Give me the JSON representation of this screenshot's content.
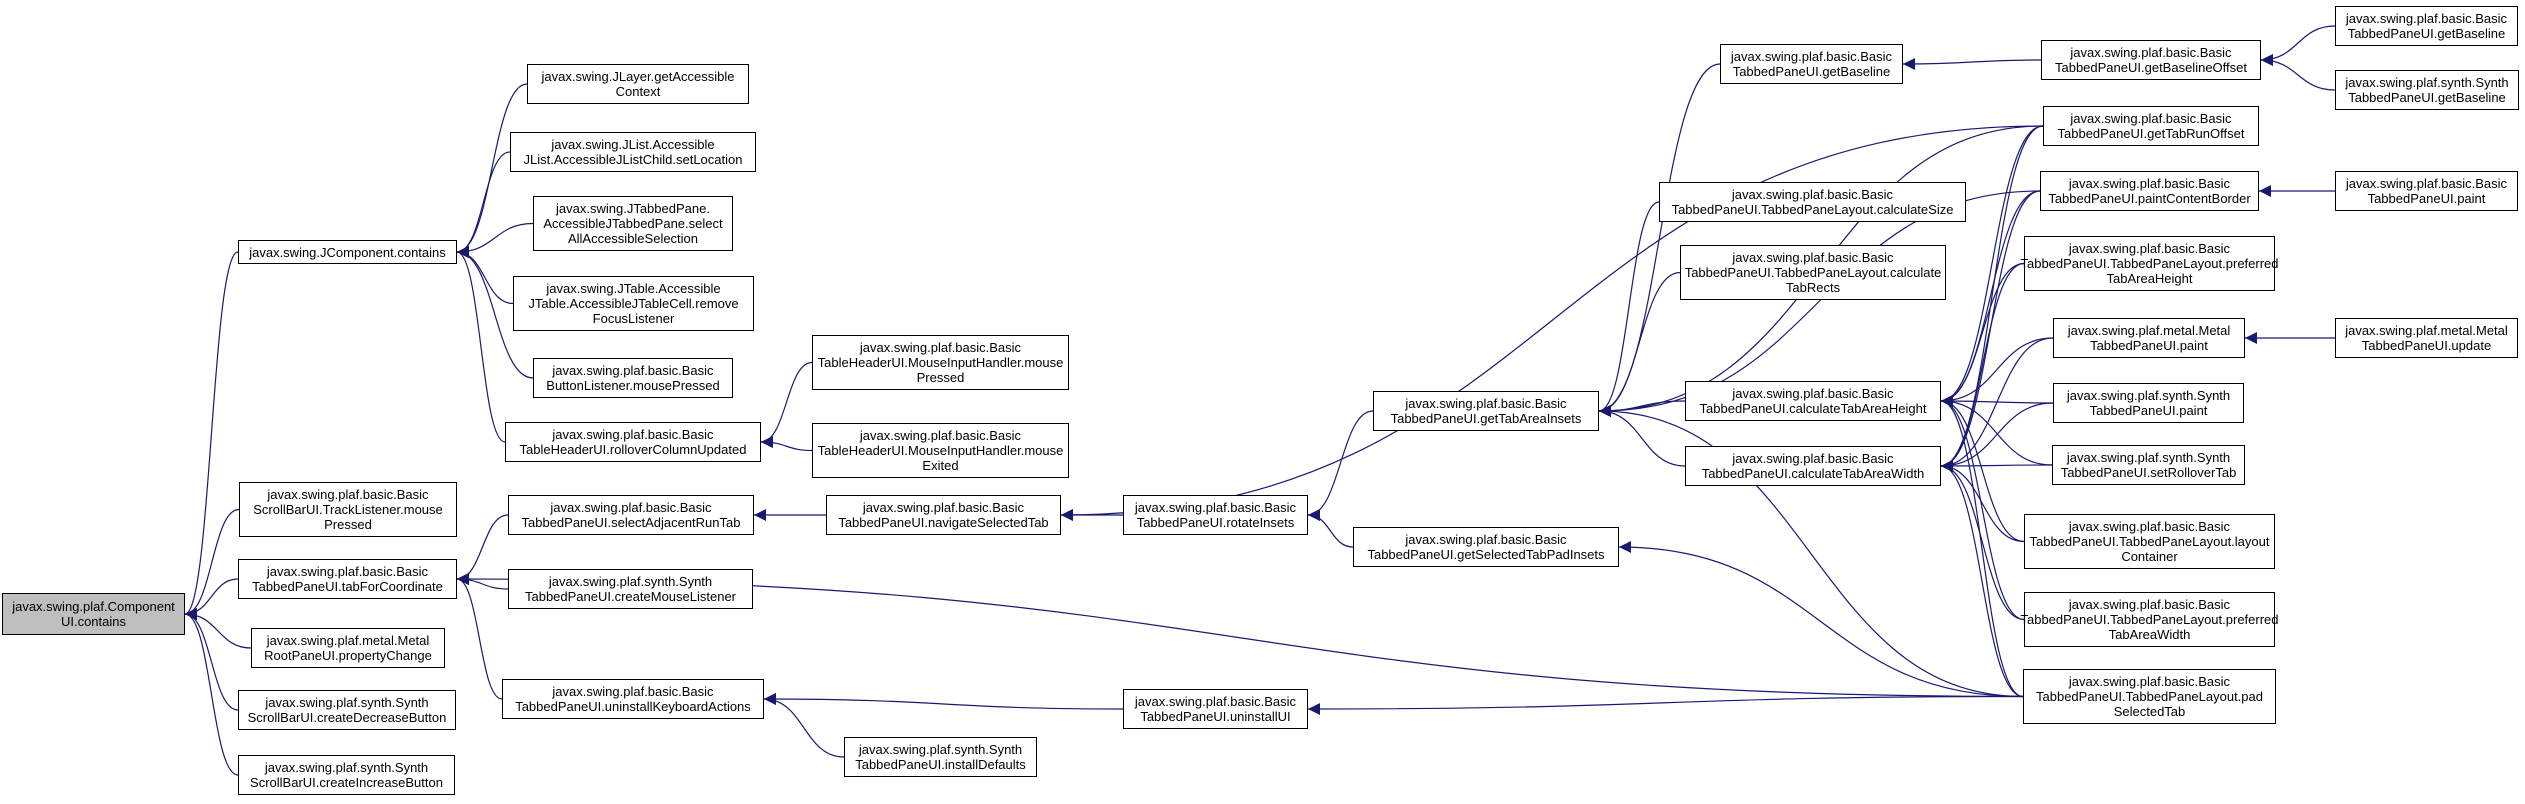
{
  "graph": {
    "title": "",
    "colors": {
      "edge": "#191970",
      "root_fill": "#bfbfbf",
      "node_fill": "#ffffff",
      "border": "#000000"
    },
    "nodes": [
      {
        "id": "root",
        "label": "javax.swing.plaf.Component\nUI.contains"
      },
      {
        "id": "jc_contains",
        "label": "javax.swing.JComponent.contains"
      },
      {
        "id": "jlayer",
        "label": "javax.swing.JLayer.getAccessible\nContext"
      },
      {
        "id": "jlist",
        "label": "javax.swing.JList.Accessible\nJList.AccessibleJListChild.setLocation"
      },
      {
        "id": "jtabbed",
        "label": "javax.swing.JTabbedPane.\nAccessibleJTabbedPane.select\nAllAccessibleSelection"
      },
      {
        "id": "jtable",
        "label": "javax.swing.JTable.Accessible\nJTable.AccessibleJTableCell.remove\nFocusListener"
      },
      {
        "id": "btnlistener",
        "label": "javax.swing.plaf.basic.Basic\nButtonListener.mousePressed"
      },
      {
        "id": "rollover",
        "label": "javax.swing.plaf.basic.Basic\nTableHeaderUI.rolloverColumnUpdated"
      },
      {
        "id": "mih_pressed",
        "label": "javax.swing.plaf.basic.Basic\nTableHeaderUI.MouseInputHandler.mouse\nPressed"
      },
      {
        "id": "mih_exited",
        "label": "javax.swing.plaf.basic.Basic\nTableHeaderUI.MouseInputHandler.mouse\nExited"
      },
      {
        "id": "scroll_track",
        "label": "javax.swing.plaf.basic.Basic\nScrollBarUI.TrackListener.mouse\nPressed"
      },
      {
        "id": "tabforcoord",
        "label": "javax.swing.plaf.basic.Basic\nTabbedPaneUI.tabForCoordinate"
      },
      {
        "id": "metalroot",
        "label": "javax.swing.plaf.metal.Metal\nRootPaneUI.propertyChange"
      },
      {
        "id": "synth_dec",
        "label": "javax.swing.plaf.synth.Synth\nScrollBarUI.createDecreaseButton"
      },
      {
        "id": "synth_inc",
        "label": "javax.swing.plaf.synth.Synth\nScrollBarUI.createIncreaseButton"
      },
      {
        "id": "selectadj",
        "label": "javax.swing.plaf.basic.Basic\nTabbedPaneUI.selectAdjacentRunTab"
      },
      {
        "id": "synth_mouse",
        "label": "javax.swing.plaf.synth.Synth\nTabbedPaneUI.createMouseListener"
      },
      {
        "id": "uninstallkb",
        "label": "javax.swing.plaf.basic.Basic\nTabbedPaneUI.uninstallKeyboardActions"
      },
      {
        "id": "synth_install",
        "label": "javax.swing.plaf.synth.Synth\nTabbedPaneUI.installDefaults"
      },
      {
        "id": "navsel",
        "label": "javax.swing.plaf.basic.Basic\nTabbedPaneUI.navigateSelectedTab"
      },
      {
        "id": "rotate",
        "label": "javax.swing.plaf.basic.Basic\nTabbedPaneUI.rotateInsets"
      },
      {
        "id": "uninstallui",
        "label": "javax.swing.plaf.basic.Basic\nTabbedPaneUI.uninstallUI"
      },
      {
        "id": "tabarea",
        "label": "javax.swing.plaf.basic.Basic\nTabbedPaneUI.getTabAreaInsets"
      },
      {
        "id": "selpad",
        "label": "javax.swing.plaf.basic.Basic\nTabbedPaneUI.getSelectedTabPadInsets"
      },
      {
        "id": "getbaseline",
        "label": "javax.swing.plaf.basic.Basic\nTabbedPaneUI.getBaseline"
      },
      {
        "id": "calcsize",
        "label": "javax.swing.plaf.basic.Basic\nTabbedPaneUI.TabbedPaneLayout.calculateSize"
      },
      {
        "id": "calcrects",
        "label": "javax.swing.plaf.basic.Basic\nTabbedPaneUI.TabbedPaneLayout.calculate\nTabRects"
      },
      {
        "id": "calcheight",
        "label": "javax.swing.plaf.basic.Basic\nTabbedPaneUI.calculateTabAreaHeight"
      },
      {
        "id": "calcwidth",
        "label": "javax.swing.plaf.basic.Basic\nTabbedPaneUI.calculateTabAreaWidth"
      },
      {
        "id": "baselineoff",
        "label": "javax.swing.plaf.basic.Basic\nTabbedPaneUI.getBaselineOffset"
      },
      {
        "id": "tabrunoff",
        "label": "javax.swing.plaf.basic.Basic\nTabbedPaneUI.getTabRunOffset"
      },
      {
        "id": "paintcontent",
        "label": "javax.swing.plaf.basic.Basic\nTabbedPaneUI.paintContentBorder"
      },
      {
        "id": "prefheight",
        "label": "javax.swing.plaf.basic.Basic\nTabbedPaneUI.TabbedPaneLayout.preferred\nTabAreaHeight"
      },
      {
        "id": "metalpaint",
        "label": "javax.swing.plaf.metal.Metal\nTabbedPaneUI.paint"
      },
      {
        "id": "synthpaint",
        "label": "javax.swing.plaf.synth.Synth\nTabbedPaneUI.paint"
      },
      {
        "id": "synthrollover",
        "label": "javax.swing.plaf.synth.Synth\nTabbedPaneUI.setRolloverTab"
      },
      {
        "id": "layoutcont",
        "label": "javax.swing.plaf.basic.Basic\nTabbedPaneUI.TabbedPaneLayout.layout\nContainer"
      },
      {
        "id": "prefwidth",
        "label": "javax.swing.plaf.basic.Basic\nTabbedPaneUI.TabbedPaneLayout.preferred\nTabAreaWidth"
      },
      {
        "id": "padsel",
        "label": "javax.swing.plaf.basic.Basic\nTabbedPaneUI.TabbedPaneLayout.pad\nSelectedTab"
      },
      {
        "id": "basic_getbaseline",
        "label": "javax.swing.plaf.basic.Basic\nTabbedPaneUI.getBaseline"
      },
      {
        "id": "synth_getbaseline",
        "label": "javax.swing.plaf.synth.Synth\nTabbedPaneUI.getBaseline"
      },
      {
        "id": "basicpaint",
        "label": "javax.swing.plaf.basic.Basic\nTabbedPaneUI.paint"
      },
      {
        "id": "metalupdate",
        "label": "javax.swing.plaf.metal.Metal\nTabbedPaneUI.update"
      }
    ],
    "edges": [
      [
        "jc_contains",
        "root"
      ],
      [
        "scroll_track",
        "root"
      ],
      [
        "tabforcoord",
        "root"
      ],
      [
        "metalroot",
        "root"
      ],
      [
        "synth_dec",
        "root"
      ],
      [
        "synth_inc",
        "root"
      ],
      [
        "jlayer",
        "jc_contains"
      ],
      [
        "jlist",
        "jc_contains"
      ],
      [
        "jtabbed",
        "jc_contains"
      ],
      [
        "jtable",
        "jc_contains"
      ],
      [
        "btnlistener",
        "jc_contains"
      ],
      [
        "rollover",
        "jc_contains"
      ],
      [
        "mih_pressed",
        "rollover"
      ],
      [
        "mih_exited",
        "rollover"
      ],
      [
        "selectadj",
        "tabforcoord"
      ],
      [
        "synth_mouse",
        "tabforcoord"
      ],
      [
        "uninstallkb",
        "tabforcoord"
      ],
      [
        "padsel",
        "tabforcoord"
      ],
      [
        "navsel",
        "selectadj"
      ],
      [
        "rotate",
        "navsel"
      ],
      [
        "tabrunoff",
        "navsel"
      ],
      [
        "uninstallui",
        "uninstallkb"
      ],
      [
        "synth_install",
        "uninstallkb"
      ],
      [
        "padsel",
        "uninstallui"
      ],
      [
        "tabarea",
        "rotate"
      ],
      [
        "selpad",
        "rotate"
      ],
      [
        "padsel",
        "selpad"
      ],
      [
        "getbaseline",
        "tabarea"
      ],
      [
        "calcsize",
        "tabarea"
      ],
      [
        "calcrects",
        "tabarea"
      ],
      [
        "calcheight",
        "tabarea"
      ],
      [
        "calcwidth",
        "tabarea"
      ],
      [
        "tabrunoff",
        "tabarea"
      ],
      [
        "paintcontent",
        "tabarea"
      ],
      [
        "padsel",
        "tabarea"
      ],
      [
        "baselineoff",
        "getbaseline"
      ],
      [
        "basic_getbaseline",
        "baselineoff"
      ],
      [
        "synth_getbaseline",
        "baselineoff"
      ],
      [
        "tabrunoff",
        "calcheight"
      ],
      [
        "paintcontent",
        "calcheight"
      ],
      [
        "prefheight",
        "calcheight"
      ],
      [
        "metalpaint",
        "calcheight"
      ],
      [
        "synthpaint",
        "calcheight"
      ],
      [
        "synthrollover",
        "calcheight"
      ],
      [
        "layoutcont",
        "calcheight"
      ],
      [
        "prefwidth",
        "calcheight"
      ],
      [
        "padsel",
        "calcheight"
      ],
      [
        "tabrunoff",
        "calcwidth"
      ],
      [
        "paintcontent",
        "calcwidth"
      ],
      [
        "prefheight",
        "calcwidth"
      ],
      [
        "metalpaint",
        "calcwidth"
      ],
      [
        "synthpaint",
        "calcwidth"
      ],
      [
        "synthrollover",
        "calcwidth"
      ],
      [
        "layoutcont",
        "calcwidth"
      ],
      [
        "prefwidth",
        "calcwidth"
      ],
      [
        "padsel",
        "calcwidth"
      ],
      [
        "basicpaint",
        "paintcontent"
      ],
      [
        "metalupdate",
        "metalpaint"
      ]
    ]
  }
}
